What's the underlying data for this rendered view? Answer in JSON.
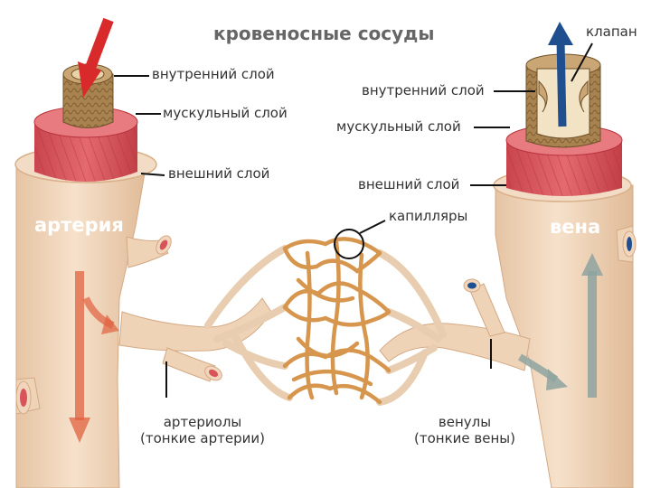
{
  "title": "кровеносные сосуды",
  "labels": {
    "valve": "клапан",
    "artery_inner": "внутренний слой",
    "artery_muscle": "мускульный слой",
    "artery_outer": "внешний слой",
    "vein_inner": "внутренний слой",
    "vein_muscle": "мускульный слой",
    "vein_outer": "внешний слой",
    "capillaries": "капилляры",
    "artery": "артерия",
    "vein": "вена",
    "arterioles_line1": "артериолы",
    "arterioles_line2": "(тонкие артерии)",
    "venules_line1": "венулы",
    "venules_line2": "(тонкие вены)"
  },
  "colors": {
    "vessel": "#f1d6bd",
    "vessel_shade": "#e3bc99",
    "muscle": "#d9535a",
    "inner_layer": "#a9834f",
    "capillary": "#d7964e",
    "artery_flow": "#e0613f",
    "vein_flow": "#1f4f8f",
    "vein_flow_soft": "#8ea3a0",
    "leader": "#111111"
  }
}
